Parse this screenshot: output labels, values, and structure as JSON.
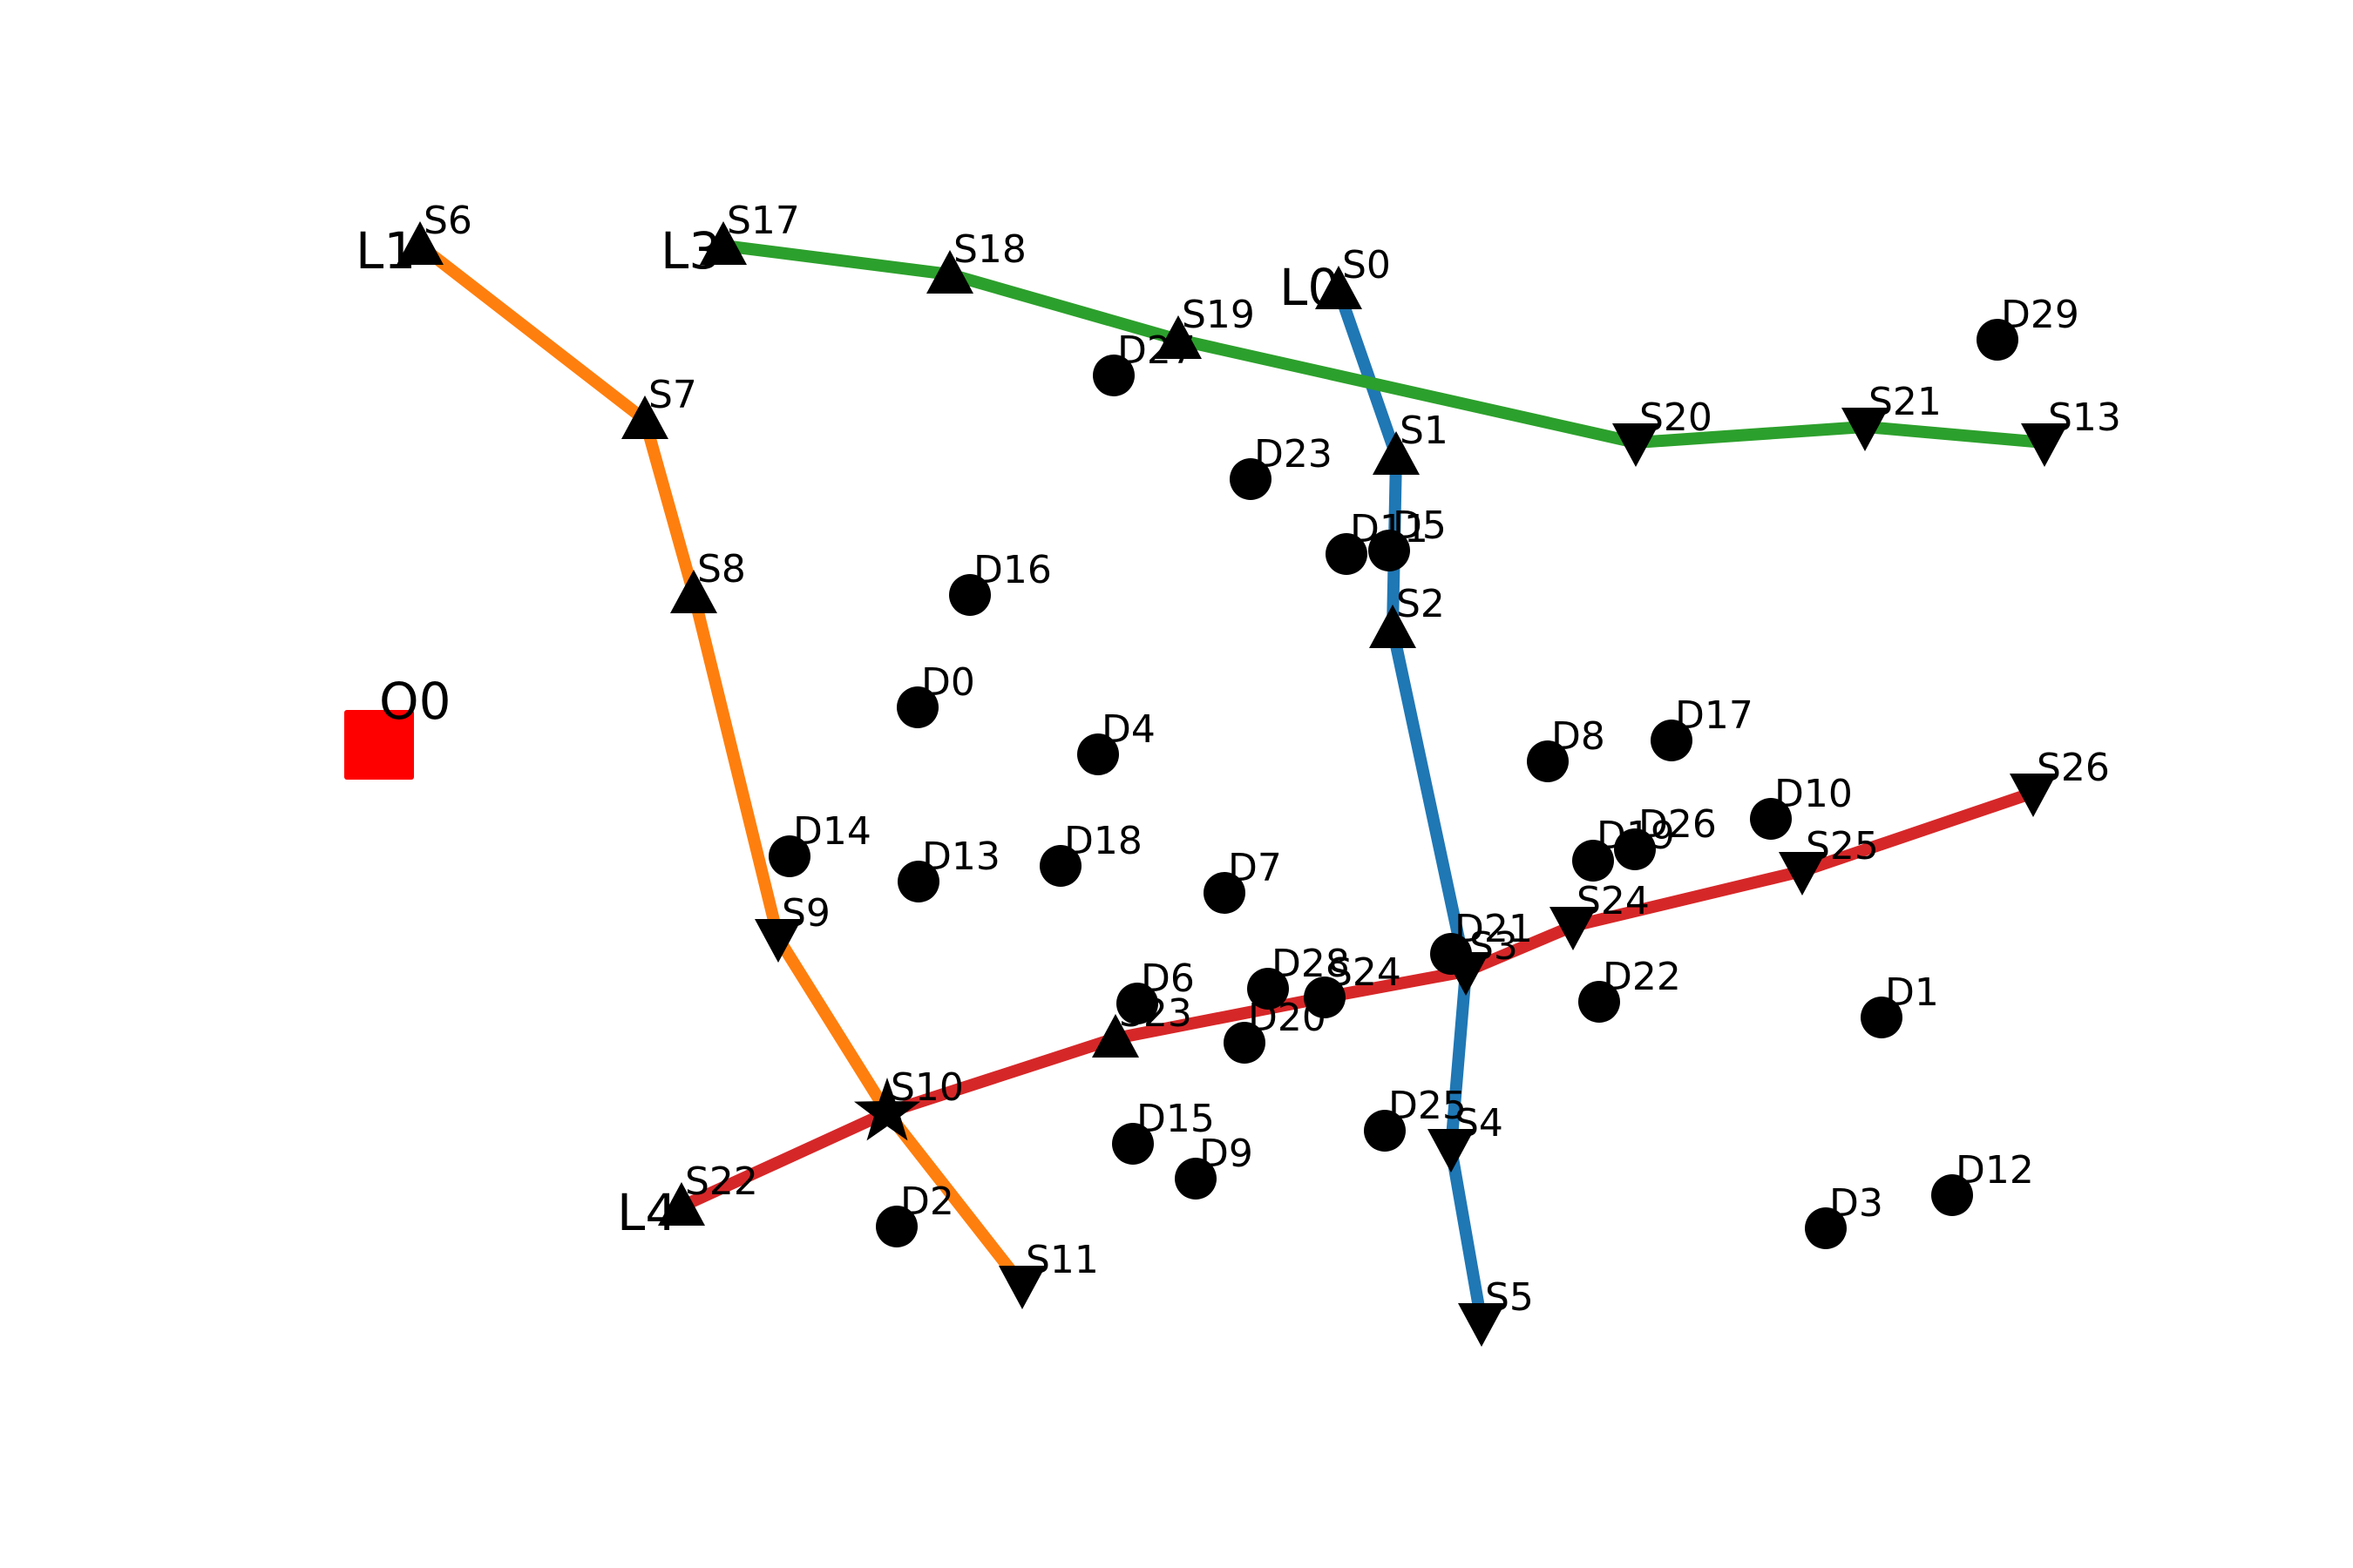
{
  "colors": {
    "L0": "#1f77b4",
    "L1": "#ff7f0e",
    "L3": "#2ca02c",
    "L4": "#d62728",
    "depot": "#ff0000",
    "marker": "#000000"
  },
  "depot": {
    "label": "O0",
    "icon": "red-square-icon"
  },
  "lines": [
    {
      "id": "L0",
      "label": "L0",
      "stops": [
        "S0",
        "S1",
        "S2",
        "S3",
        "S4",
        "S5"
      ]
    },
    {
      "id": "L1",
      "label": "L1",
      "stops": [
        "S6",
        "S7",
        "S8",
        "S9",
        "S10",
        "S11"
      ]
    },
    {
      "id": "L3",
      "label": "L3",
      "stops": [
        "S17",
        "S18",
        "S19",
        "S20",
        "S21",
        "S13"
      ]
    },
    {
      "id": "L4",
      "label": "L4",
      "stops": [
        "S22",
        "S10",
        "S23",
        "S24",
        "S3",
        "S24",
        "S25",
        "S26"
      ]
    }
  ],
  "stops": [
    {
      "id": "S0",
      "label": "S0",
      "marker": "triangle-up"
    },
    {
      "id": "S1",
      "label": "S1",
      "marker": "triangle-up"
    },
    {
      "id": "S2",
      "label": "S2",
      "marker": "triangle-up"
    },
    {
      "id": "S3",
      "label": "S3",
      "marker": "triangle-down"
    },
    {
      "id": "S4",
      "label": "S4",
      "marker": "triangle-down"
    },
    {
      "id": "S5",
      "label": "S5",
      "marker": "triangle-down"
    },
    {
      "id": "S6",
      "label": "S6",
      "marker": "triangle-up"
    },
    {
      "id": "S7",
      "label": "S7",
      "marker": "triangle-up"
    },
    {
      "id": "S8",
      "label": "S8",
      "marker": "triangle-up"
    },
    {
      "id": "S9",
      "label": "S9",
      "marker": "triangle-down"
    },
    {
      "id": "S10",
      "label": "S10",
      "marker": "star"
    },
    {
      "id": "S11",
      "label": "S11",
      "marker": "triangle-down"
    },
    {
      "id": "S13",
      "label": "S13",
      "marker": "triangle-down"
    },
    {
      "id": "S17",
      "label": "S17",
      "marker": "triangle-up"
    },
    {
      "id": "S18",
      "label": "S18",
      "marker": "triangle-up"
    },
    {
      "id": "S19",
      "label": "S19",
      "marker": "triangle-up"
    },
    {
      "id": "S20",
      "label": "S20",
      "marker": "triangle-down"
    },
    {
      "id": "S21",
      "label": "S21",
      "marker": "triangle-down"
    },
    {
      "id": "S22",
      "label": "S22",
      "marker": "triangle-up"
    },
    {
      "id": "S23",
      "label": "S23",
      "marker": "triangle-up"
    },
    {
      "id": "S24a",
      "label": "S24",
      "marker": "circle"
    },
    {
      "id": "S24",
      "label": "S24",
      "marker": "triangle-down"
    },
    {
      "id": "S25",
      "label": "S25",
      "marker": "triangle-down"
    },
    {
      "id": "S26",
      "label": "S26",
      "marker": "triangle-down"
    }
  ],
  "demand_points": [
    "D0",
    "D1",
    "D2",
    "D3",
    "D4",
    "D5",
    "D6",
    "D7",
    "D8",
    "D9",
    "D10",
    "D11",
    "D12",
    "D13",
    "D14",
    "D15",
    "D16",
    "D17",
    "D18",
    "D19",
    "D20",
    "D21",
    "D22",
    "D23",
    "D25",
    "D26",
    "D27",
    "D28",
    "D29"
  ]
}
